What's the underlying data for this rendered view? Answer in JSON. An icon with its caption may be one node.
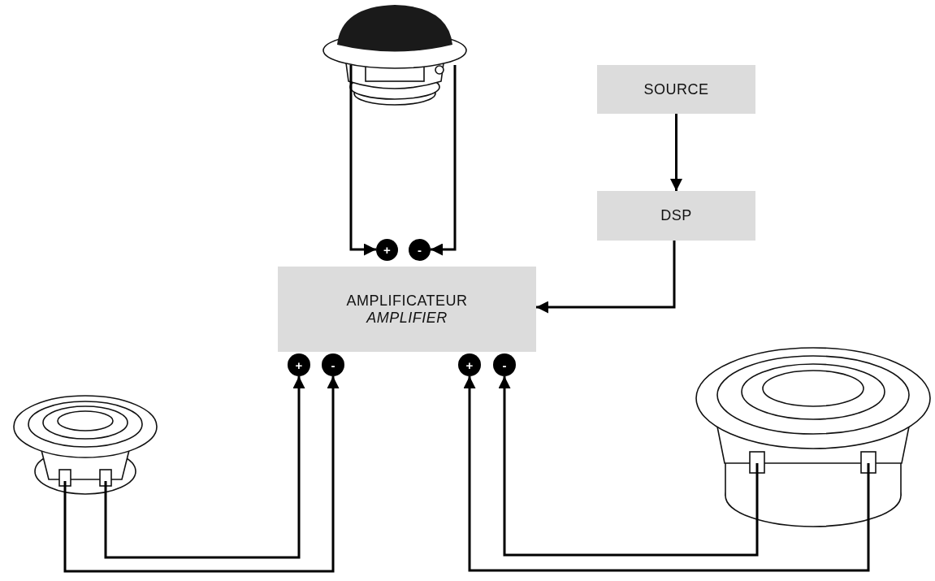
{
  "diagram": {
    "nodes": [
      {
        "text": [],
        "shape": "picture"
      },
      {
        "text": [
          "SOURCE"
        ]
      },
      {
        "text": [
          "DSP"
        ]
      },
      {
        "text": [
          "+"
        ]
      },
      {
        "text": [
          "-"
        ]
      },
      {
        "text": [
          "AMPLIFICATEUR",
          "AMPLIFIER"
        ]
      },
      {
        "text": [
          "+"
        ]
      },
      {
        "text": [
          "-"
        ]
      },
      {
        "text": [
          "+"
        ]
      },
      {
        "text": [
          "-"
        ]
      },
      {
        "text": [],
        "shape": "picture"
      },
      {
        "text": [],
        "shape": "picture"
      }
    ],
    "edges": [
      {
        "from": 0,
        "to": 3,
        "arrow": "to"
      },
      {
        "from": 0,
        "to": 4,
        "arrow": "to"
      },
      {
        "from": 1,
        "to": 2,
        "arrow": "to"
      },
      {
        "from": 2,
        "to": 5,
        "arrow": "to"
      },
      {
        "from": 10,
        "to": 7,
        "arrow": "to"
      },
      {
        "from": 10,
        "to": 6,
        "arrow": "to"
      },
      {
        "from": 11,
        "to": 9,
        "arrow": "to"
      },
      {
        "from": 11,
        "to": 8,
        "arrow": "to"
      }
    ]
  }
}
